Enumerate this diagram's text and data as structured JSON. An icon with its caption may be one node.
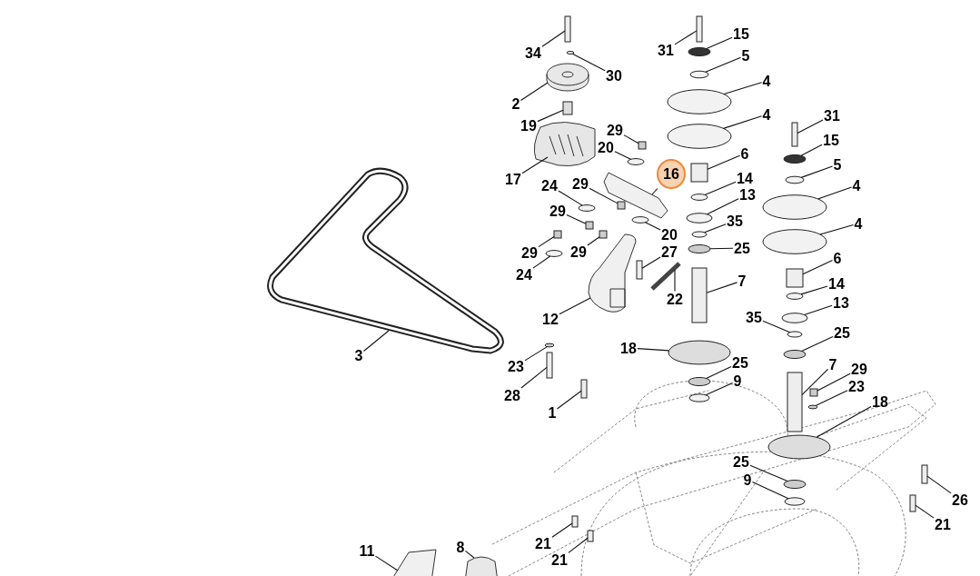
{
  "diagram": {
    "nodes": [
      {
        "text": [
          "34"
        ]
      },
      {
        "text": [
          "30"
        ]
      },
      {
        "text": [
          "2"
        ]
      },
      {
        "text": [
          "19"
        ]
      },
      {
        "text": [
          "17"
        ]
      },
      {
        "text": [
          "29"
        ]
      },
      {
        "text": [
          "20"
        ]
      },
      {
        "text": [
          "16"
        ]
      },
      {
        "text": [
          "24"
        ]
      },
      {
        "text": [
          "29"
        ]
      },
      {
        "text": [
          "29"
        ]
      },
      {
        "text": [
          "20"
        ]
      },
      {
        "text": [
          "29"
        ]
      },
      {
        "text": [
          "29"
        ]
      },
      {
        "text": [
          "24"
        ]
      },
      {
        "text": [
          "27"
        ]
      },
      {
        "text": [
          "22"
        ]
      },
      {
        "text": [
          "12"
        ]
      },
      {
        "text": [
          "18"
        ]
      },
      {
        "text": [
          "3"
        ]
      },
      {
        "text": [
          "23"
        ]
      },
      {
        "text": [
          "28"
        ]
      },
      {
        "text": [
          "1"
        ]
      },
      {
        "text": [
          "31"
        ]
      },
      {
        "text": [
          "15"
        ]
      },
      {
        "text": [
          "5"
        ]
      },
      {
        "text": [
          "4"
        ]
      },
      {
        "text": [
          "4"
        ]
      },
      {
        "text": [
          "6"
        ]
      },
      {
        "text": [
          "14"
        ]
      },
      {
        "text": [
          "13"
        ]
      },
      {
        "text": [
          "35"
        ]
      },
      {
        "text": [
          "25"
        ]
      },
      {
        "text": [
          "7"
        ]
      },
      {
        "text": [
          "31"
        ]
      },
      {
        "text": [
          "15"
        ]
      },
      {
        "text": [
          "5"
        ]
      },
      {
        "text": [
          "4"
        ]
      },
      {
        "text": [
          "4"
        ]
      },
      {
        "text": [
          "6"
        ]
      },
      {
        "text": [
          "14"
        ]
      },
      {
        "text": [
          "13"
        ]
      },
      {
        "text": [
          "35"
        ]
      },
      {
        "text": [
          "25"
        ]
      },
      {
        "text": [
          "7"
        ]
      },
      {
        "text": [
          "29"
        ]
      },
      {
        "text": [
          "23"
        ]
      },
      {
        "text": [
          "18"
        ]
      },
      {
        "text": [
          "25"
        ]
      },
      {
        "text": [
          "9"
        ]
      },
      {
        "text": [
          "25"
        ]
      },
      {
        "text": [
          "9"
        ]
      },
      {
        "text": [
          "26"
        ]
      },
      {
        "text": [
          "21"
        ]
      },
      {
        "text": [
          "21"
        ]
      },
      {
        "text": [
          "21"
        ]
      },
      {
        "text": [
          "11"
        ]
      },
      {
        "text": [
          "8"
        ]
      },
      {
        "text": [],
        "shape": "box"
      },
      {
        "text": [],
        "shape": "circle"
      },
      {
        "text": [],
        "shape": "picture"
      },
      {
        "text": [],
        "shape": "box"
      },
      {
        "text": [],
        "shape": "picture"
      },
      {
        "text": [],
        "shape": "box"
      },
      {
        "text": [],
        "shape": "circle"
      },
      {
        "text": [],
        "shape": "picture"
      },
      {
        "text": [],
        "shape": "circle"
      },
      {
        "text": [],
        "shape": "box"
      },
      {
        "text": [],
        "shape": "box"
      },
      {
        "text": [],
        "shape": "circle"
      },
      {
        "text": [],
        "shape": "box"
      },
      {
        "text": [],
        "shape": "box"
      },
      {
        "text": [],
        "shape": "circle"
      },
      {
        "text": [],
        "shape": "box"
      },
      {
        "text": [],
        "shape": "picture"
      },
      {
        "text": [],
        "shape": "picture"
      },
      {
        "text": [],
        "shape": "circle"
      },
      {
        "text": [],
        "shape": "picture"
      },
      {
        "text": [],
        "shape": "circle"
      },
      {
        "text": [],
        "shape": "box"
      },
      {
        "text": [],
        "shape": "box"
      },
      {
        "text": [],
        "shape": "box"
      },
      {
        "text": [],
        "shape": "circle"
      },
      {
        "text": [],
        "shape": "circle"
      },
      {
        "text": [],
        "shape": "circle"
      },
      {
        "text": [],
        "shape": "circle"
      },
      {
        "text": [],
        "shape": "box"
      },
      {
        "text": [],
        "shape": "circle"
      },
      {
        "text": [],
        "shape": "circle"
      },
      {
        "text": [],
        "shape": "circle"
      },
      {
        "text": [],
        "shape": "circle"
      },
      {
        "text": [],
        "shape": "box"
      },
      {
        "text": [],
        "shape": "box"
      },
      {
        "text": [],
        "shape": "circle"
      },
      {
        "text": [],
        "shape": "circle"
      },
      {
        "text": [],
        "shape": "circle"
      },
      {
        "text": [],
        "shape": "circle"
      },
      {
        "text": [],
        "shape": "box"
      },
      {
        "text": [],
        "shape": "circle"
      },
      {
        "text": [],
        "shape": "circle"
      },
      {
        "text": [],
        "shape": "circle"
      },
      {
        "text": [],
        "shape": "circle"
      },
      {
        "text": [],
        "shape": "box"
      },
      {
        "text": [],
        "shape": "box"
      },
      {
        "text": [],
        "shape": "circle"
      },
      {
        "text": [],
        "shape": "circle"
      },
      {
        "text": [],
        "shape": "circle"
      },
      {
        "text": [],
        "shape": "circle"
      },
      {
        "text": [],
        "shape": "circle"
      },
      {
        "text": [],
        "shape": "circle"
      },
      {
        "text": [],
        "shape": "box"
      },
      {
        "text": [],
        "shape": "box"
      },
      {
        "text": [],
        "shape": "box"
      },
      {
        "text": [],
        "shape": "box"
      },
      {
        "text": [],
        "shape": "picture"
      },
      {
        "text": [],
        "shape": "picture"
      }
    ],
    "edges": [
      {
        "from": 0,
        "to": 58,
        "arrow": "none"
      },
      {
        "from": 1,
        "to": 59,
        "arrow": "none"
      },
      {
        "from": 2,
        "to": 60,
        "arrow": "none"
      },
      {
        "from": 3,
        "to": 61,
        "arrow": "none"
      },
      {
        "from": 4,
        "to": 62,
        "arrow": "none"
      },
      {
        "from": 5,
        "to": 63,
        "arrow": "none"
      },
      {
        "from": 6,
        "to": 64,
        "arrow": "none"
      },
      {
        "from": 7,
        "to": 65,
        "arrow": "none"
      },
      {
        "from": 8,
        "to": 66,
        "arrow": "none"
      },
      {
        "from": 9,
        "to": 67,
        "arrow": "none"
      },
      {
        "from": 10,
        "to": 68,
        "arrow": "none"
      },
      {
        "from": 11,
        "to": 69,
        "arrow": "none"
      },
      {
        "from": 12,
        "to": 70,
        "arrow": "none"
      },
      {
        "from": 13,
        "to": 71,
        "arrow": "none"
      },
      {
        "from": 14,
        "to": 72,
        "arrow": "none"
      },
      {
        "from": 15,
        "to": 73,
        "arrow": "none"
      },
      {
        "from": 16,
        "to": 74,
        "arrow": "none"
      },
      {
        "from": 17,
        "to": 75,
        "arrow": "none"
      },
      {
        "from": 18,
        "to": 76,
        "arrow": "none"
      },
      {
        "from": 19,
        "to": 77,
        "arrow": "none"
      },
      {
        "from": 20,
        "to": 78,
        "arrow": "none"
      },
      {
        "from": 21,
        "to": 79,
        "arrow": "none"
      },
      {
        "from": 22,
        "to": 80,
        "arrow": "none"
      },
      {
        "from": 23,
        "to": 81,
        "arrow": "none"
      },
      {
        "from": 24,
        "to": 82,
        "arrow": "none"
      },
      {
        "from": 25,
        "to": 83,
        "arrow": "none"
      },
      {
        "from": 26,
        "to": 84,
        "arrow": "none"
      },
      {
        "from": 27,
        "to": 85,
        "arrow": "none"
      },
      {
        "from": 28,
        "to": 86,
        "arrow": "none"
      },
      {
        "from": 29,
        "to": 87,
        "arrow": "none"
      },
      {
        "from": 30,
        "to": 88,
        "arrow": "none"
      },
      {
        "from": 31,
        "to": 89,
        "arrow": "none"
      },
      {
        "from": 32,
        "to": 90,
        "arrow": "none"
      },
      {
        "from": 33,
        "to": 91,
        "arrow": "none"
      },
      {
        "from": 34,
        "to": 92,
        "arrow": "none"
      },
      {
        "from": 35,
        "to": 93,
        "arrow": "none"
      },
      {
        "from": 36,
        "to": 94,
        "arrow": "none"
      },
      {
        "from": 37,
        "to": 95,
        "arrow": "none"
      },
      {
        "from": 38,
        "to": 96,
        "arrow": "none"
      },
      {
        "from": 39,
        "to": 97,
        "arrow": "none"
      },
      {
        "from": 40,
        "to": 98,
        "arrow": "none"
      },
      {
        "from": 41,
        "to": 99,
        "arrow": "none"
      },
      {
        "from": 42,
        "to": 100,
        "arrow": "none"
      },
      {
        "from": 43,
        "to": 101,
        "arrow": "none"
      },
      {
        "from": 44,
        "to": 102,
        "arrow": "none"
      },
      {
        "from": 45,
        "to": 103,
        "arrow": "none"
      },
      {
        "from": 46,
        "to": 104,
        "arrow": "none"
      },
      {
        "from": 47,
        "to": 105,
        "arrow": "none"
      },
      {
        "from": 48,
        "to": 106,
        "arrow": "none"
      },
      {
        "from": 49,
        "to": 107,
        "arrow": "none"
      },
      {
        "from": 50,
        "to": 108,
        "arrow": "none"
      },
      {
        "from": 51,
        "to": 109,
        "arrow": "none"
      },
      {
        "from": 52,
        "to": 110,
        "arrow": "none"
      },
      {
        "from": 53,
        "to": 111,
        "arrow": "none"
      },
      {
        "from": 54,
        "to": 112,
        "arrow": "none"
      },
      {
        "from": 55,
        "to": 113,
        "arrow": "none"
      },
      {
        "from": 56,
        "to": 114,
        "arrow": "none"
      },
      {
        "from": 57,
        "to": 115,
        "arrow": "none"
      }
    ]
  }
}
